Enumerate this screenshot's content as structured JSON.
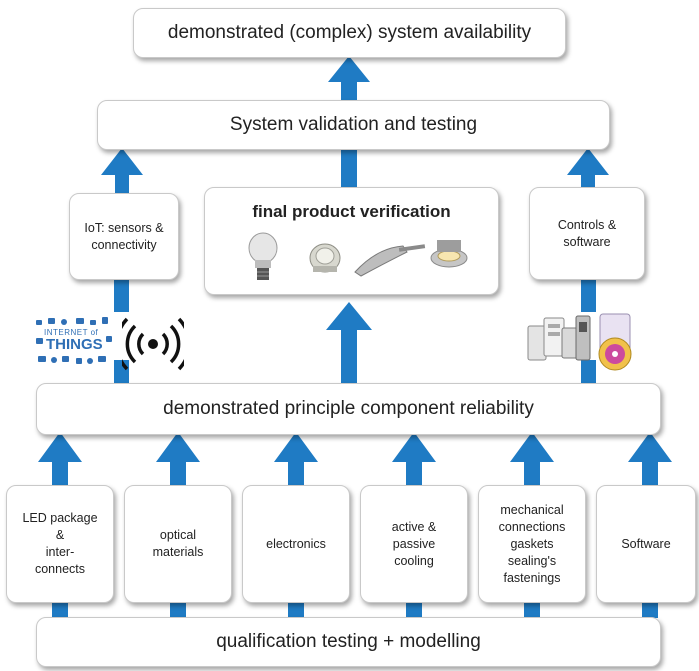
{
  "top_box": "demonstrated (complex) system availability",
  "validation_box": "System validation and testing",
  "iot_box": "IoT: sensors & connectivity",
  "final_box": "final product verification",
  "controls_box": "Controls & software",
  "reliability_box": "demonstrated principle component reliability",
  "components": [
    "LED package\n&\ninter-\nconnects",
    "optical\nmaterials",
    "electronics",
    "active &\npassive\ncooling",
    "mechanical\nconnections\ngaskets\nsealing's\nfastenings",
    "Software"
  ],
  "bottom_box": "qualification testing + modelling",
  "iot_logo": {
    "line1": "INTERNET of",
    "line2": "THINGS"
  },
  "colors": {
    "arrow": "#1f7bc4",
    "box_border": "#c9c9c9",
    "logo_blue": "#2f6fb5"
  },
  "icons": [
    "led-bulb-icon",
    "led-module-icon",
    "street-light-icon",
    "downlight-icon",
    "wireless-signal-icon",
    "light-switch-panel-icon",
    "software-cd-icon"
  ]
}
